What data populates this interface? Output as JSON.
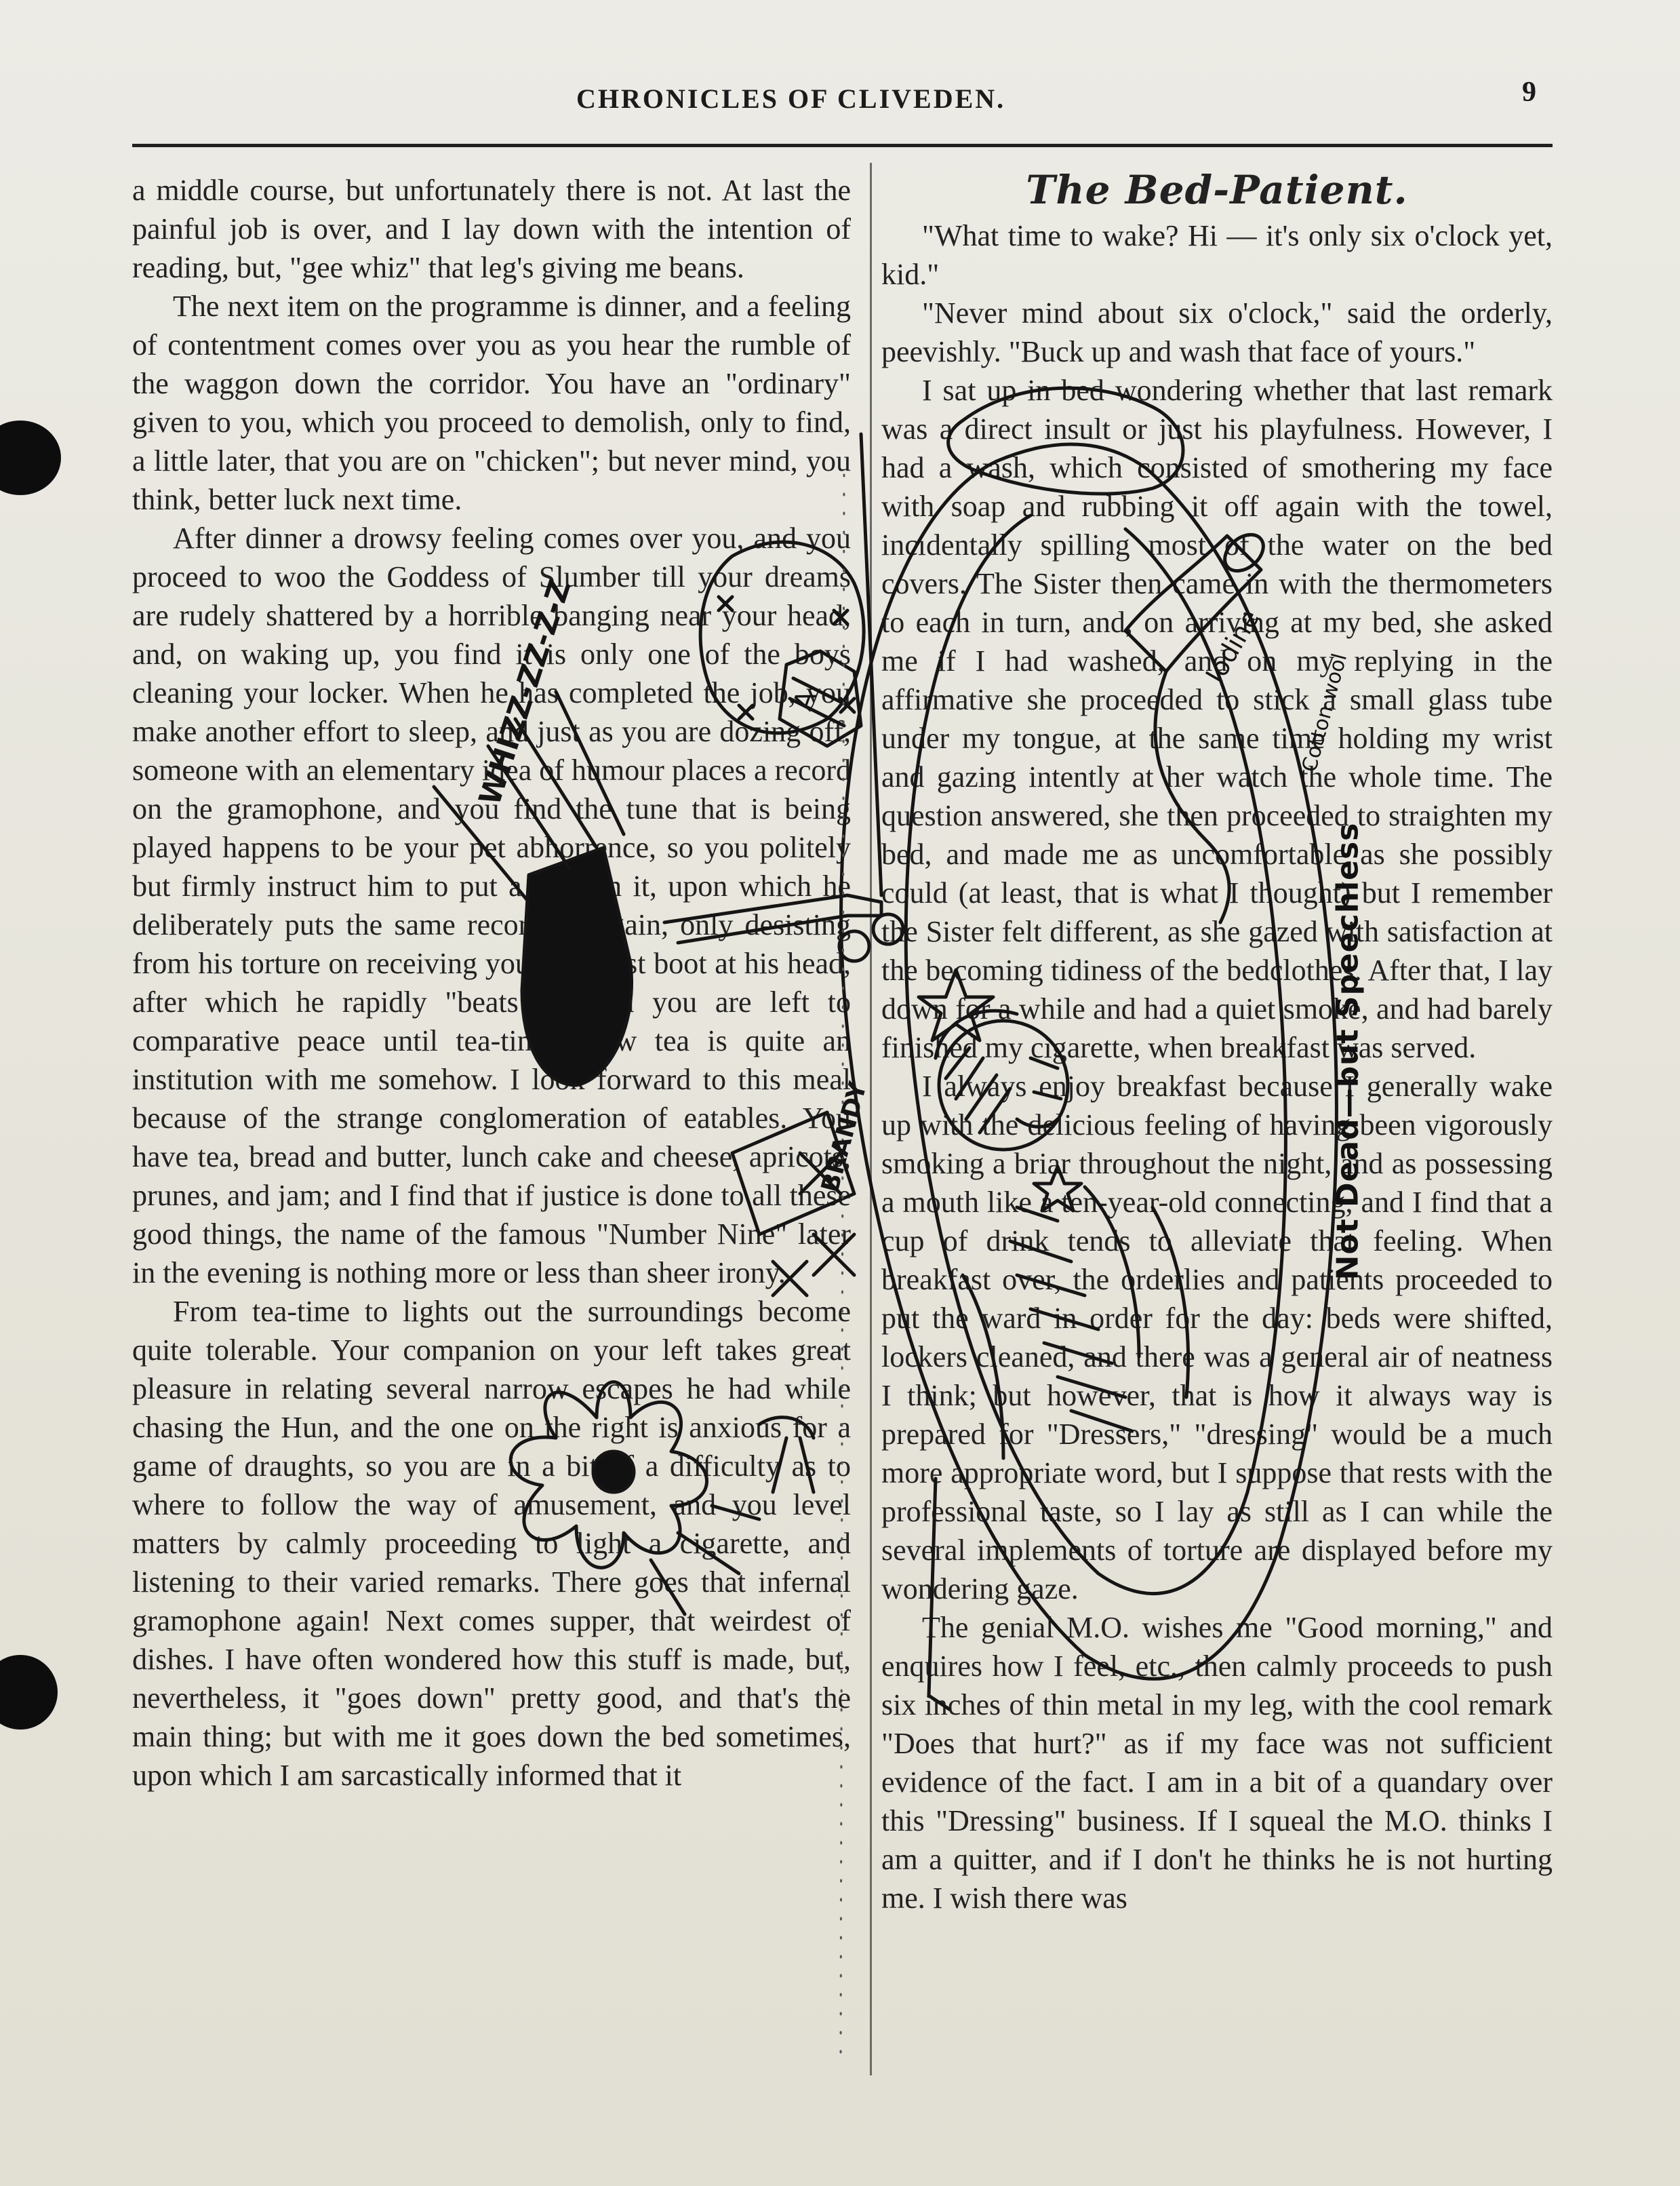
{
  "header": {
    "running_title": "CHRONICLES OF CLIVEDEN.",
    "page_number": "9"
  },
  "left_column": {
    "paragraphs": [
      "a middle course, but unfortunately there is not. At last the painful job is over, and I lay down with the intention of reading, but, \"gee whiz\" that leg's giving me beans.",
      "The next item on the programme is dinner, and a feeling of contentment comes over you as you hear the rumble of the waggon down the corridor. You have an \"ordinary\" given to you, which you proceed to demolish, only to find, a little later, that you are on \"chicken\"; but never mind, you think, better luck next time.",
      "After dinner a drowsy feeling comes over you, and you proceed to woo the Goddess of Slumber till your dreams are rudely shattered by a horrible banging near your head, and, on waking up, you find it is only one of the boys cleaning your locker. When he has completed the job, you make another effort to sleep, and just as you are dozing off, someone with an elementary idea of humour places a record on the gramophone, and you find the tune that is being played happens to be your pet abhorrence, so you politely but firmly instruct him to put a sock in it, upon which he deliberately puts the same record on again, only desisting from his torture on receiving your heaviest boot at his head, after which he rapidly \"beats it,\" and you are left to comparative peace until tea-time. Now tea is quite an institution with me somehow. I look forward to this meal because of the strange conglomeration of eatables. You have tea, bread and butter, lunch cake and cheese, apricots, prunes, and jam; and I find that if justice is done to all these good things, the name of the famous \"Number Nine\" later in the evening is nothing more or less than sheer irony.",
      "From tea-time to lights out the surroundings become quite tolerable. Your companion on your left takes great pleasure in relating several narrow escapes he had while chasing the Hun, and the one on the right is anxious for a game of draughts, so you are in a bit of a difficulty as to where to follow the way of amusement, and you level matters by calmly proceeding to light a cigarette, and listening to their varied remarks. There goes that infernal gramophone again! Next comes supper, that weirdest of dishes. I have often wondered how this stuff is made, but, nevertheless, it \"goes down\" pretty good, and that's the main thing; but with me it goes down the bed sometimes, upon which I am sarcastically informed that it"
    ]
  },
  "right_column": {
    "article_title": "The Bed-Patient.",
    "paragraphs": [
      "\"What time to wake? Hi — it's only six o'clock yet, kid.\"",
      "\"Never mind about six o'clock,\" said the orderly, peevishly. \"Buck up and wash that face of yours.\"",
      "I sat up in bed wondering whether that last remark was a direct insult or just his playfulness. However, I had a wash, which consisted of smothering my face with soap and rubbing it off again with the towel, incidentally spilling most of the water on the bed covers. The Sister then came in with the thermometers to each in turn, and, on arriving at my bed, she asked me if I had washed, and on my replying in the affirmative she proceeded to stick a small glass tube under my tongue, at the same time holding my wrist and gazing intently at her watch the whole time. The question answered, she then proceeded to straighten my bed, and made me as uncomfortable as she possibly could (at least, that is what I thought) but I remember the Sister felt different, as she gazed with satisfaction at the becoming tidiness of the bedclothes. After that, I lay down for a while and had a quiet smoke, and had barely finished my cigarette, when breakfast was served.",
      "I always enjoy breakfast because I generally wake up with the delicious feeling of having been vigorously smoking a briar throughout the night, and as possessing a mouth like a ten-year-old connecting, and I find that a cup of drink tends to alleviate that feeling. When breakfast over, the orderlies and patients proceeded to put the ward in order for the day: beds were shifted, lockers cleaned, and there was a general air of neatness I think; but however, that is how it always way is prepared for \"Dressers,\" \"dressing\" would be a much more appropriate word, but I suppose that rests with the professional taste, so I lay as still as I can while the several implements of torture are displayed before my wondering gaze.",
      "The genial M.O. wishes me \"Good morning,\" and enquires how I feel, etc., then calmly proceeds to push six inches of thin metal in my leg, with the cool remark \"Does that hurt?\" as if my face was not sufficient evidence of the fact. I am in a bit of a quandary over this \"Dressing\" business. If I squeal the M.O. thinks I am a quitter, and if I don't he thinks he is not hurting me. I wish there was"
    ]
  },
  "cartoon": {
    "caption": "Not Dead—but Speechless",
    "sound_effect": "WHIZZ-ZZ-Z-Z",
    "shell_label": "A",
    "bandage_label": "Iodine",
    "wreckage_label": "BRANDY",
    "cotton_label": "Cotton wool"
  },
  "colors": {
    "paper": "#e9e6dc",
    "ink": "#1b1b1b",
    "bleed_through": "#8c8a84"
  }
}
